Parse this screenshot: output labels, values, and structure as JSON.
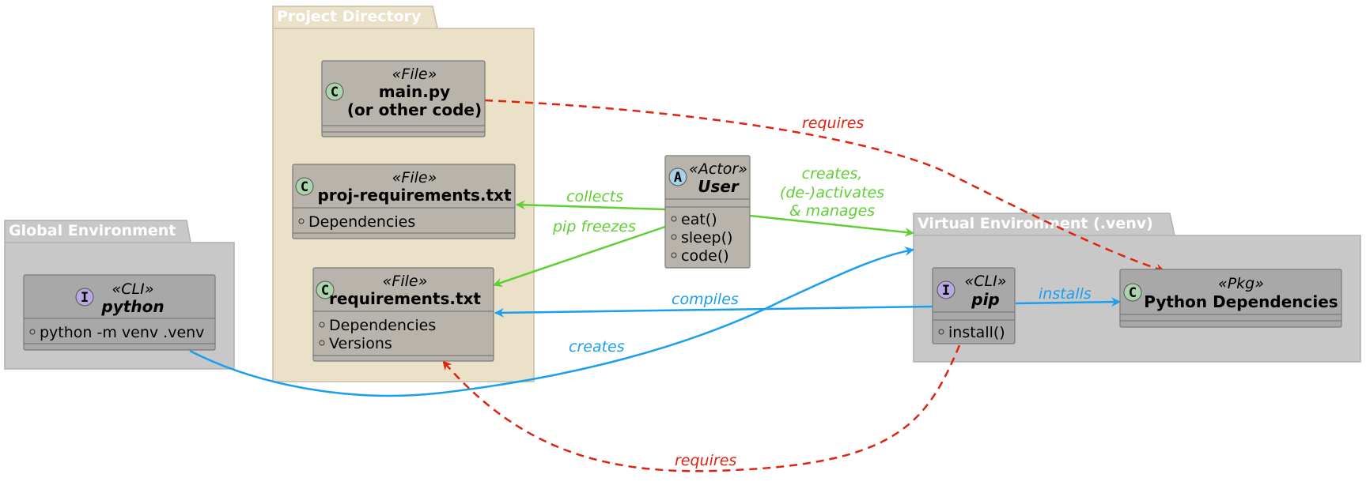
{
  "packages": {
    "project": {
      "title": "Project Directory"
    },
    "global": {
      "title": "Global Environment"
    },
    "venv": {
      "title": "Virtual Environment (.venv)"
    }
  },
  "classes": {
    "main_py": {
      "stereotype": "«File»",
      "name_line1": "main.py",
      "name_line2": "(or other code)",
      "badge": "C"
    },
    "proj_req": {
      "stereotype": "«File»",
      "name": "proj-requirements.txt",
      "badge": "C",
      "members": [
        "Dependencies"
      ]
    },
    "req": {
      "stereotype": "«File»",
      "name": "requirements.txt",
      "badge": "C",
      "members": [
        "Dependencies",
        "Versions"
      ]
    },
    "user": {
      "stereotype": "«Actor»",
      "name": "User",
      "badge": "A",
      "members": [
        "eat()",
        "sleep()",
        "code()"
      ]
    },
    "python": {
      "stereotype": "«CLI»",
      "name": "python",
      "badge": "I",
      "members": [
        "python -m venv .venv"
      ]
    },
    "pip": {
      "stereotype": "«CLI»",
      "name": "pip",
      "badge": "I",
      "members": [
        "install()"
      ]
    },
    "deps": {
      "stereotype": "«Pkg»",
      "name": "Python Dependencies",
      "badge": "C"
    }
  },
  "edges": {
    "collects": "collects",
    "pip_freezes": "pip freezes",
    "creates_manages_1": "creates,",
    "creates_manages_2": "(de-)activates",
    "creates_manages_3": "& manages",
    "requires_top": "requires",
    "compiles": "compiles",
    "installs": "installs",
    "creates": "creates",
    "requires_bottom": "requires"
  },
  "colors": {
    "project_fill": "#ebe0c8",
    "env_fill": "#c8c8c8",
    "class_fill": "#b8b4ac",
    "class_fill_grey": "#a8a8a8",
    "green": "#5fcf33",
    "blue": "#1a9fef",
    "red": "#e0230f"
  }
}
